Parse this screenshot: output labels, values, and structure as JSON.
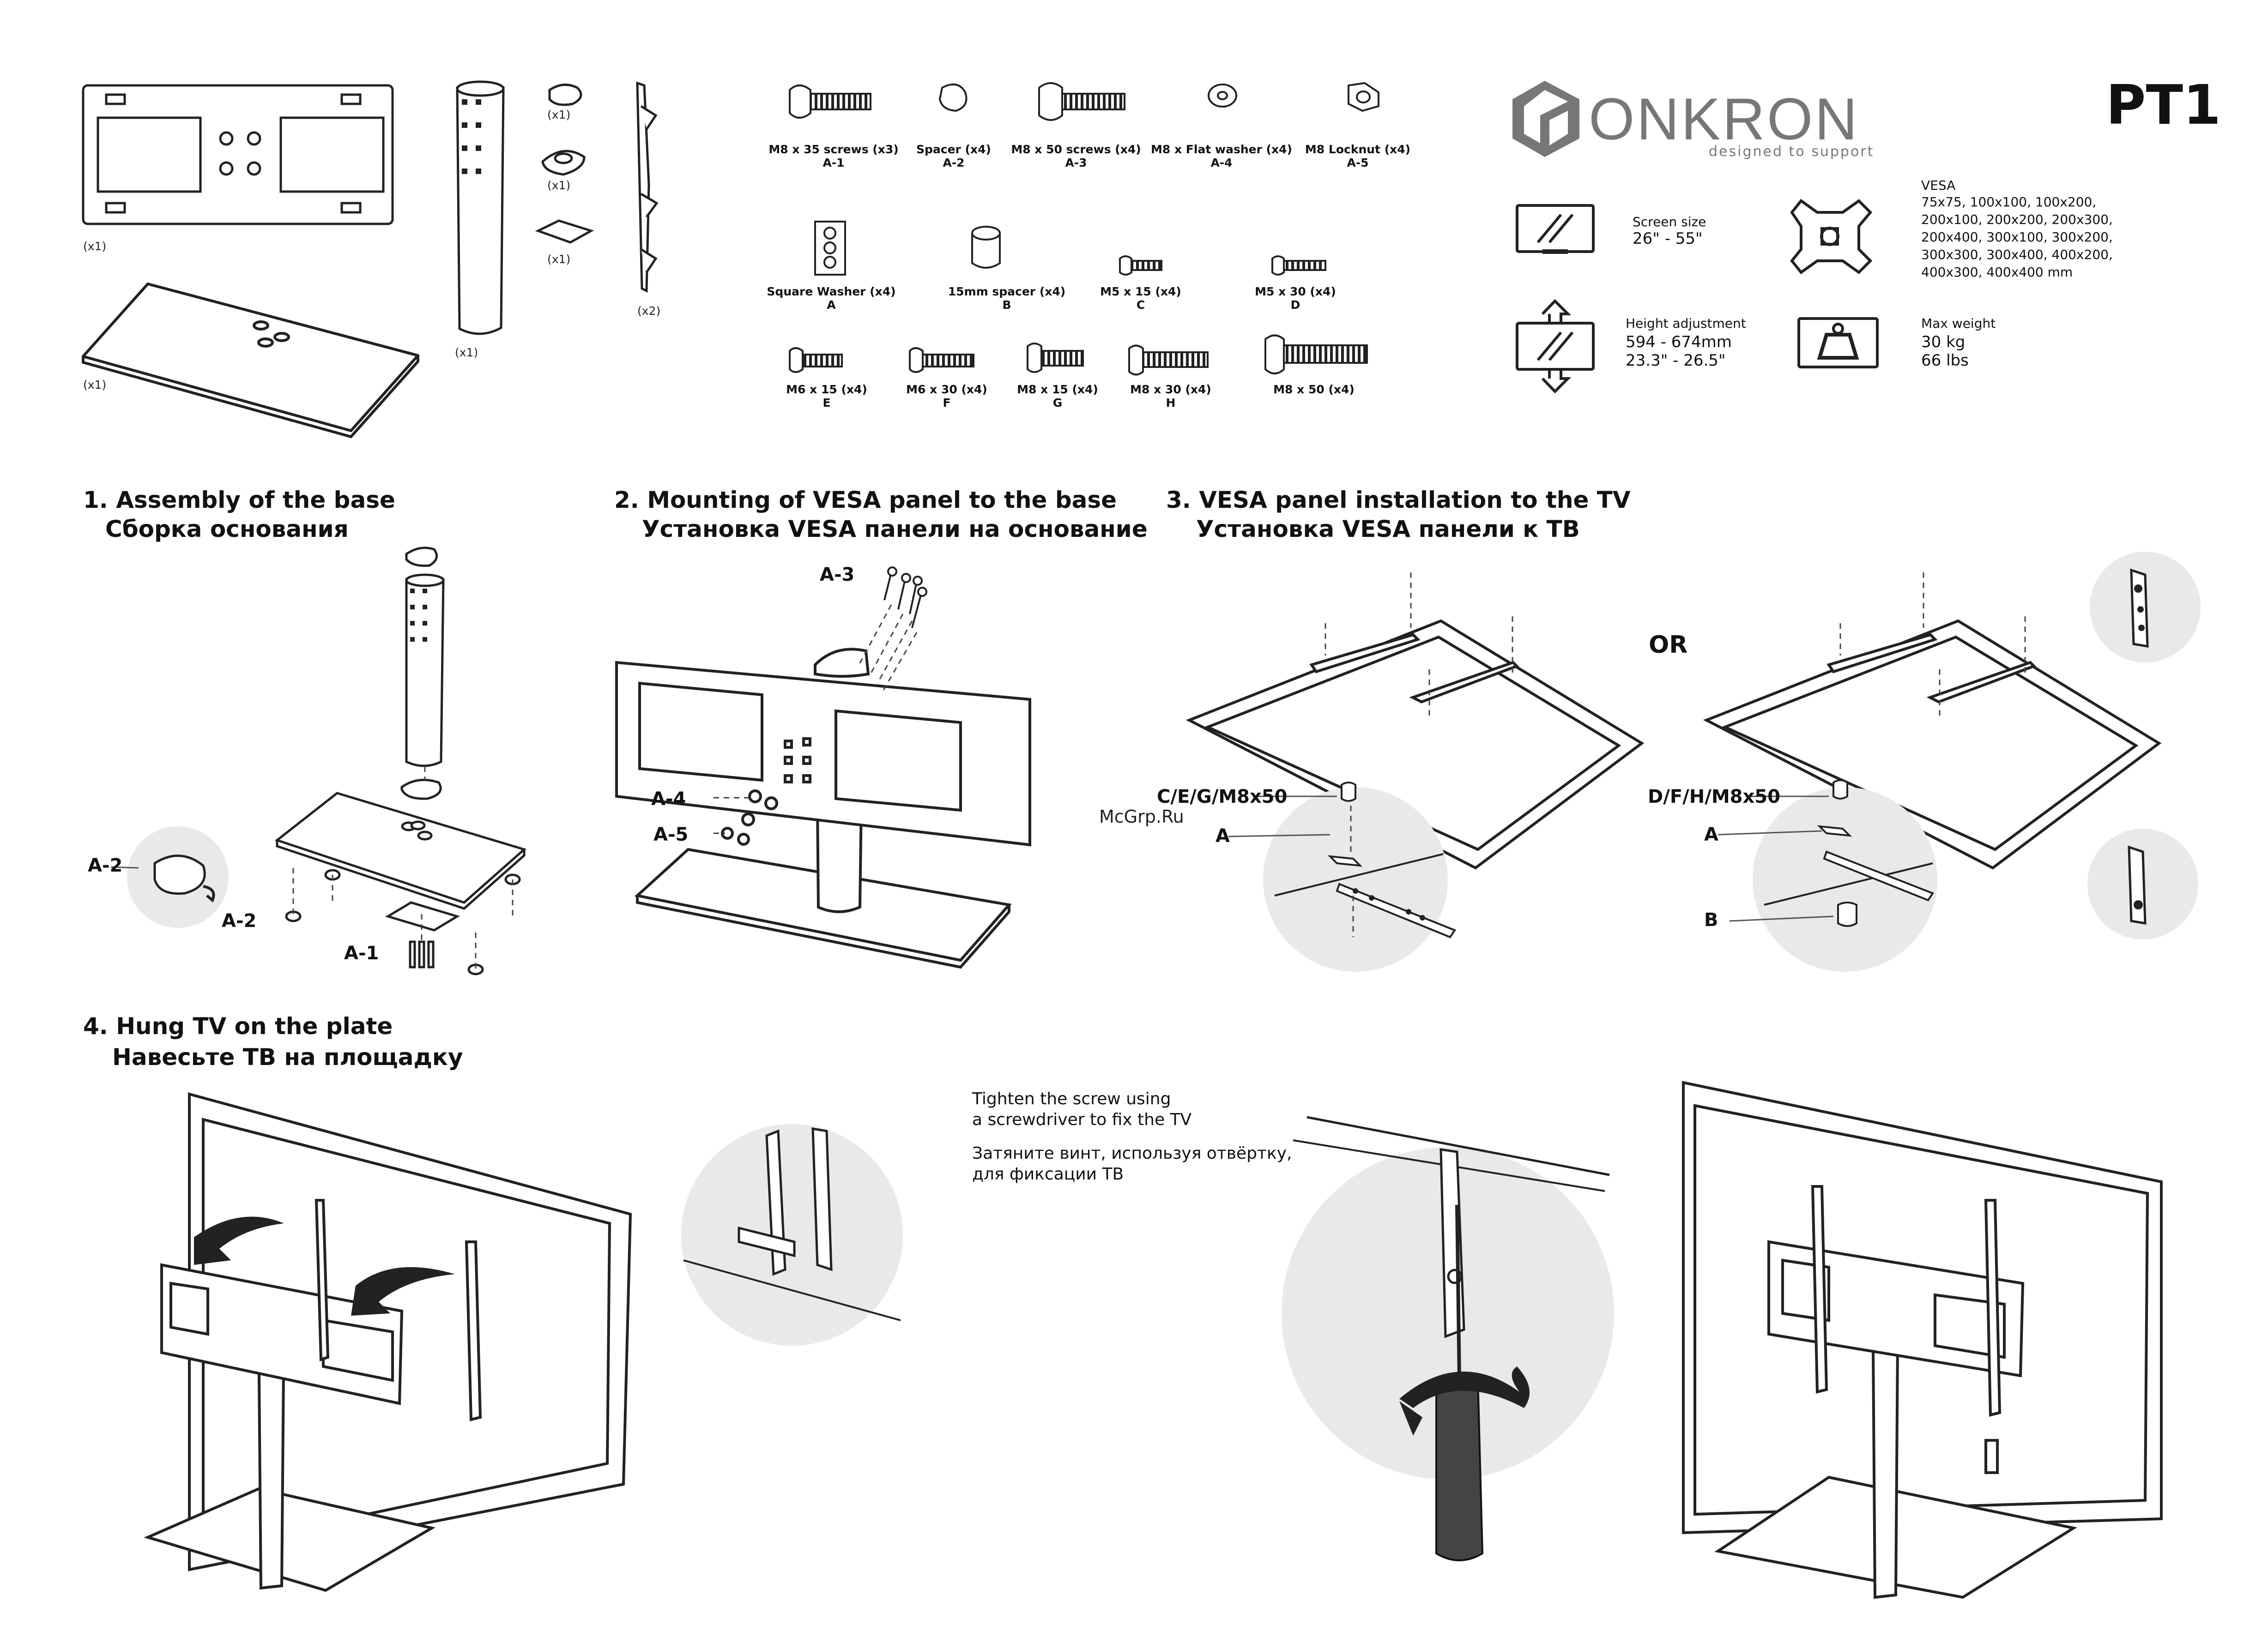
{
  "brand": {
    "name": "ONKRON",
    "tagline": "designed to support",
    "model": "PT1"
  },
  "parts_left": {
    "plate_qty": "(x1)",
    "base_qty": "(x1)",
    "column_qty": "(x1)",
    "cap_qty": "(x1)",
    "ring_qty": "(x1)",
    "bracket_qty": "(x1)",
    "arm_qty": "(x2)"
  },
  "hardware_row1": [
    {
      "label": "M8 x 35 screws (x3)",
      "code": "A-1"
    },
    {
      "label": "Spacer (x4)",
      "code": "A-2"
    },
    {
      "label": "M8 x 50 screws (x4)",
      "code": "A-3"
    },
    {
      "label": "M8 x Flat washer (x4)",
      "code": "A-4"
    },
    {
      "label": "M8 Locknut (x4)",
      "code": "A-5"
    }
  ],
  "hardware_row2": [
    {
      "label": "Square Washer (x4)",
      "code": "A"
    },
    {
      "label": "15mm spacer (x4)",
      "code": "B"
    },
    {
      "label": "M5 x 15 (x4)",
      "code": "C"
    },
    {
      "label": "M5 x 30 (x4)",
      "code": "D"
    }
  ],
  "hardware_row3": [
    {
      "label": "M6 x 15 (x4)",
      "code": "E"
    },
    {
      "label": "M6 x 30 (x4)",
      "code": "F"
    },
    {
      "label": "M8 x 15 (x4)",
      "code": "G"
    },
    {
      "label": "M8 x 30 (x4)",
      "code": "H"
    },
    {
      "label": "M8 x 50 (x4)",
      "code": ""
    }
  ],
  "specs": {
    "screen_label": "Screen size",
    "screen_value": "26\" - 55\"",
    "vesa_label": "VESA",
    "vesa_lines": [
      "75x75, 100x100, 100x200,",
      "200x100, 200x200, 200x300,",
      "200x400, 300x100, 300x200,",
      "300x300, 300x400, 400x200,",
      "400x300, 400x400 mm"
    ],
    "height_label": "Height adjustment",
    "height_mm": "594 - 674mm",
    "height_in": "23.3\" - 26.5\"",
    "weight_label": "Max weight",
    "weight_kg": "30 kg",
    "weight_lbs": "66 lbs"
  },
  "steps": {
    "s1_en": "1. Assembly of the base",
    "s1_ru": "Сборка основания",
    "s2_en": "2. Mounting of VESA panel to the base",
    "s2_ru": "Установка VESA панели на основание",
    "s3_en": "3. VESA panel installation to the TV",
    "s3_ru": "Установка VESA панели к ТВ",
    "s4_en": "4. Hung TV on the plate",
    "s4_ru": "Навесьте ТВ на площадку"
  },
  "callouts": {
    "a2": "A-2",
    "a1": "A-1",
    "a3": "A-3",
    "a4": "A-4",
    "a5": "A-5",
    "cegm": "C/E/G/M8x50",
    "dfhm": "D/F/H/M8x50",
    "a": "A",
    "b": "B",
    "or": "OR"
  },
  "watermark": "McGrp.Ru",
  "tighten": {
    "en_1": "Tighten the screw using",
    "en_2": "a screwdriver to fix the TV",
    "ru_1": "Затяните винт, используя отвёртку,",
    "ru_2": "для фиксации ТВ"
  }
}
